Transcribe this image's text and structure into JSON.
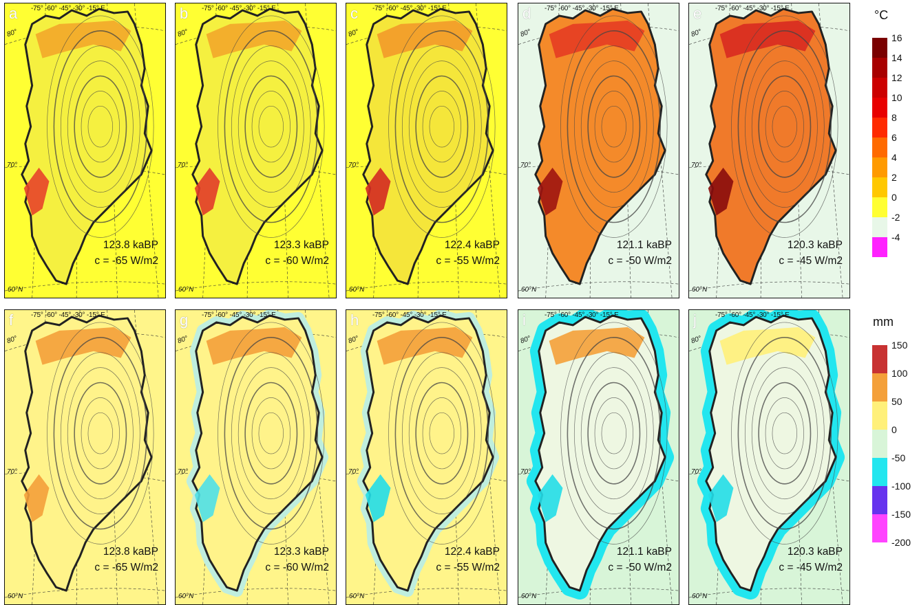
{
  "panels": [
    {
      "letter": "a",
      "era": "123.8 kaBP",
      "forcing": "c = -65 W/m2",
      "row": 0,
      "col": 0,
      "bg": "#ffff33",
      "ice": "#f5f040",
      "hot": "#f3a72a",
      "hot2": "#e8442a"
    },
    {
      "letter": "b",
      "era": "123.3 kaBP",
      "forcing": "c = -60 W/m2",
      "row": 0,
      "col": 1,
      "bg": "#ffff33",
      "ice": "#f5f040",
      "hot": "#f3a72a",
      "hot2": "#e23c2a"
    },
    {
      "letter": "c",
      "era": "122.4 kaBP",
      "forcing": "c = -55 W/m2",
      "row": 0,
      "col": 2,
      "bg": "#ffff33",
      "ice": "#f5e63a",
      "hot": "#f39a2a",
      "hot2": "#d42a22"
    },
    {
      "letter": "d",
      "era": "121.1 kaBP",
      "forcing": "c = -50 W/m2",
      "row": 0,
      "col": 3,
      "bg": "#e8f7e8",
      "ice": "#f48a2a",
      "hot": "#e63c22",
      "hot2": "#9e1410"
    },
    {
      "letter": "e",
      "era": "120.3 kaBP",
      "forcing": "c = -45 W/m2",
      "row": 0,
      "col": 4,
      "bg": "#e8f7e8",
      "ice": "#f07a2a",
      "hot": "#d82a20",
      "hot2": "#8a0c0c"
    },
    {
      "letter": "f",
      "era": "123.8 kaBP",
      "forcing": "c = -65 W/m2",
      "row": 1,
      "col": 0,
      "bg": "#fff58a",
      "ice": "#fff38a",
      "hot": "#f4a03a",
      "hot2": "#f4a03a"
    },
    {
      "letter": "g",
      "era": "123.3 kaBP",
      "forcing": "c = -60 W/m2",
      "row": 1,
      "col": 1,
      "bg": "#fff58a",
      "ice": "#fff38a",
      "hot": "#f4a03a",
      "hot2": "#4fe0e8"
    },
    {
      "letter": "h",
      "era": "122.4 kaBP",
      "forcing": "c = -55 W/m2",
      "row": 1,
      "col": 2,
      "bg": "#fff58a",
      "ice": "#fff38a",
      "hot": "#f4a03a",
      "hot2": "#22dde8"
    },
    {
      "letter": "i",
      "era": "121.1 kaBP",
      "forcing": "c = -50 W/m2",
      "row": 1,
      "col": 3,
      "bg": "#d8f5d8",
      "ice": "#eef7e2",
      "hot": "#f4a03a",
      "hot2": "#22dde8"
    },
    {
      "letter": "j",
      "era": "120.3 kaBP",
      "forcing": "c = -45 W/m2",
      "row": 1,
      "col": 4,
      "bg": "#d8f5d8",
      "ice": "#eef7e2",
      "hot": "#fff07a",
      "hot2": "#22dde8"
    }
  ],
  "axis": {
    "longitudes": "-75°  -60° -45° -30° -15° E",
    "lat80": "80°",
    "lat70": "70°",
    "lat60": "60°N"
  },
  "legend_temp": {
    "unit": "°C",
    "ticks": [
      "16",
      "14",
      "12",
      "10",
      "8",
      "6",
      "4",
      "2",
      "0",
      "-2",
      "-4"
    ],
    "colors": [
      "#7a0000",
      "#a80000",
      "#cc0000",
      "#e80000",
      "#ff2a00",
      "#ff6a00",
      "#ff9a00",
      "#ffc800",
      "#ffff33",
      "#e8f7e8",
      "#ff22ff"
    ]
  },
  "legend_precip": {
    "unit": "mm",
    "ticks": [
      "150",
      "100",
      "50",
      "0",
      "-50",
      "-100",
      "-150",
      "-200"
    ],
    "colors": [
      "#c83232",
      "#f4a03a",
      "#fff07a",
      "#d8f5d8",
      "#22e6ef",
      "#6633ee",
      "#ff44ff"
    ]
  }
}
